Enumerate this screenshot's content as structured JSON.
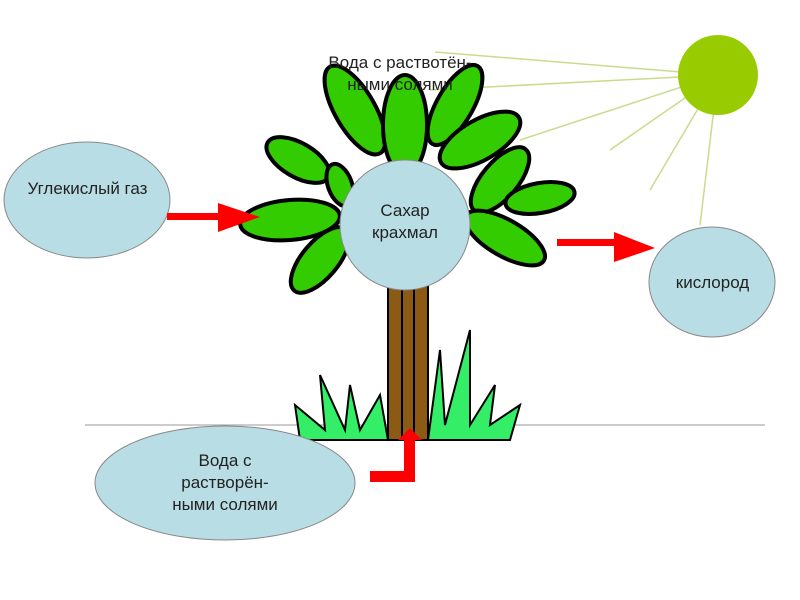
{
  "labels": {
    "co2": "Углекислый газ",
    "sugar_line1": "Сахар",
    "sugar_line2": "крахмал",
    "oxygen": "кислород",
    "water_line1": "Вода с",
    "water_line2": "растворён-",
    "water_line3": "ными солями",
    "hidden_line1": "Вода с раствотён-",
    "hidden_line2": "ными солями"
  },
  "colors": {
    "sun": "#99cc00",
    "ellipse": "#b9dde4",
    "arrow": "#ff0000",
    "leaf": "#33cc00",
    "trunk": "#8b5a14"
  }
}
